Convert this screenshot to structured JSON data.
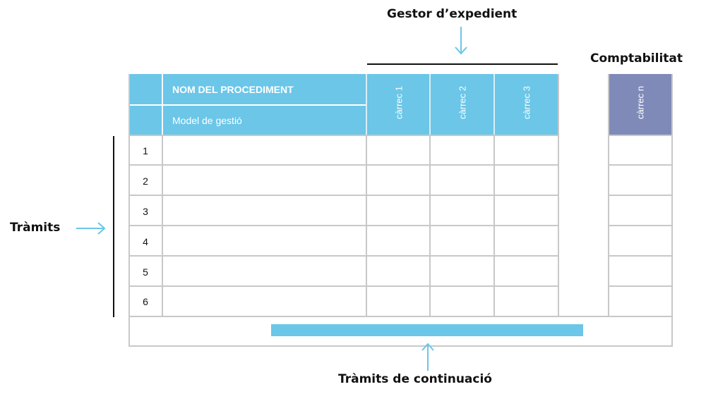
{
  "labels": {
    "gestor": "Gestor d’expedient",
    "comptabilitat": "Comptabilitat",
    "tramits": "Tràmits",
    "continuacio": "Tràmits de continuació"
  },
  "header": {
    "procedure_name": "NOM DEL PROCEDIMENT",
    "management_model": "Model de gestió",
    "roles": [
      "càrrec 1",
      "càrrec 2",
      "càrrec 3"
    ],
    "role_n": "càrrec n"
  },
  "rows": [
    "1",
    "2",
    "3",
    "4",
    "5",
    "6"
  ],
  "colors": {
    "header_blue": "#6bc6e8",
    "header_purple": "#7f8ab8",
    "arrow_blue": "#6bc6e8",
    "grid_gray": "#c8c8c8"
  }
}
